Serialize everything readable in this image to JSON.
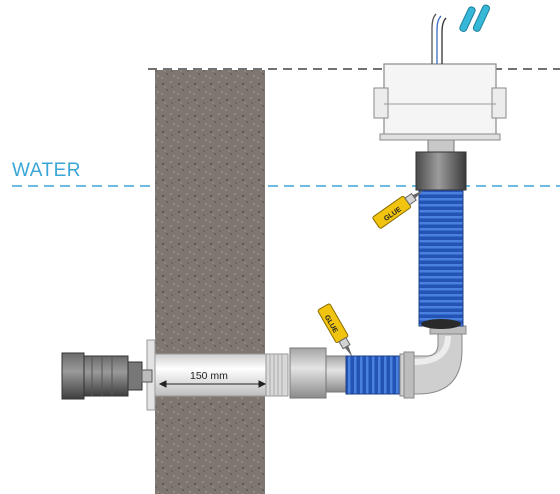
{
  "labels": {
    "water": "WATER",
    "dimension": "150 mm",
    "glue_top": "GLUE",
    "glue_bottom": "GLUE"
  },
  "colors": {
    "water": "#3aa6d6",
    "wall": "#7d7670",
    "hose": "#2b5fbf",
    "glue_tube": "#f1c40f",
    "wire_cap": "#37b8d8",
    "pipe": "#e8e8e8",
    "fitting": "#8e8e8e",
    "dark_fitting": "#4a4a4a"
  },
  "icons": [
    "wire-connector-icon",
    "glue-tube-icon"
  ]
}
